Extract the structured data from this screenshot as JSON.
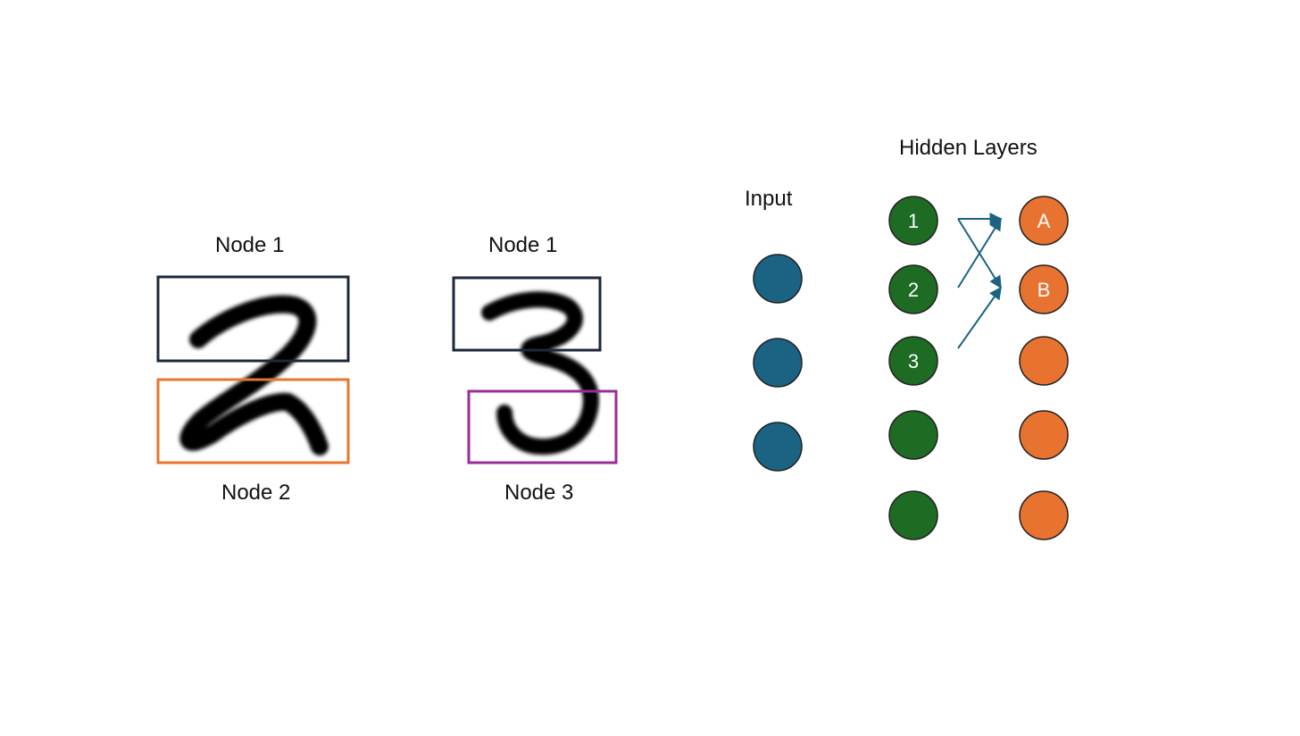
{
  "digit_two": {
    "glyph": "2",
    "top_box_label": "Node 1",
    "bottom_box_label": "Node 2",
    "top_box_color": "#1b2a3a",
    "bottom_box_color": "#e8762d"
  },
  "digit_three": {
    "glyph": "3",
    "top_box_label": "Node 1",
    "bottom_box_label": "Node 3",
    "top_box_color": "#1b2a3a",
    "bottom_box_color": "#9b2b9b"
  },
  "network": {
    "input_label": "Input",
    "hidden_label": "Hidden Layers",
    "input_nodes": [
      "",
      "",
      ""
    ],
    "hidden1_nodes": [
      "1",
      "2",
      "3",
      "",
      ""
    ],
    "hidden2_nodes": [
      "A",
      "B",
      "",
      "",
      ""
    ],
    "colors": {
      "input": "#1a6383",
      "hidden1": "#1e6b24",
      "hidden2": "#e8722f",
      "arrow": "#1a6383",
      "node_stroke": "#222222"
    }
  }
}
